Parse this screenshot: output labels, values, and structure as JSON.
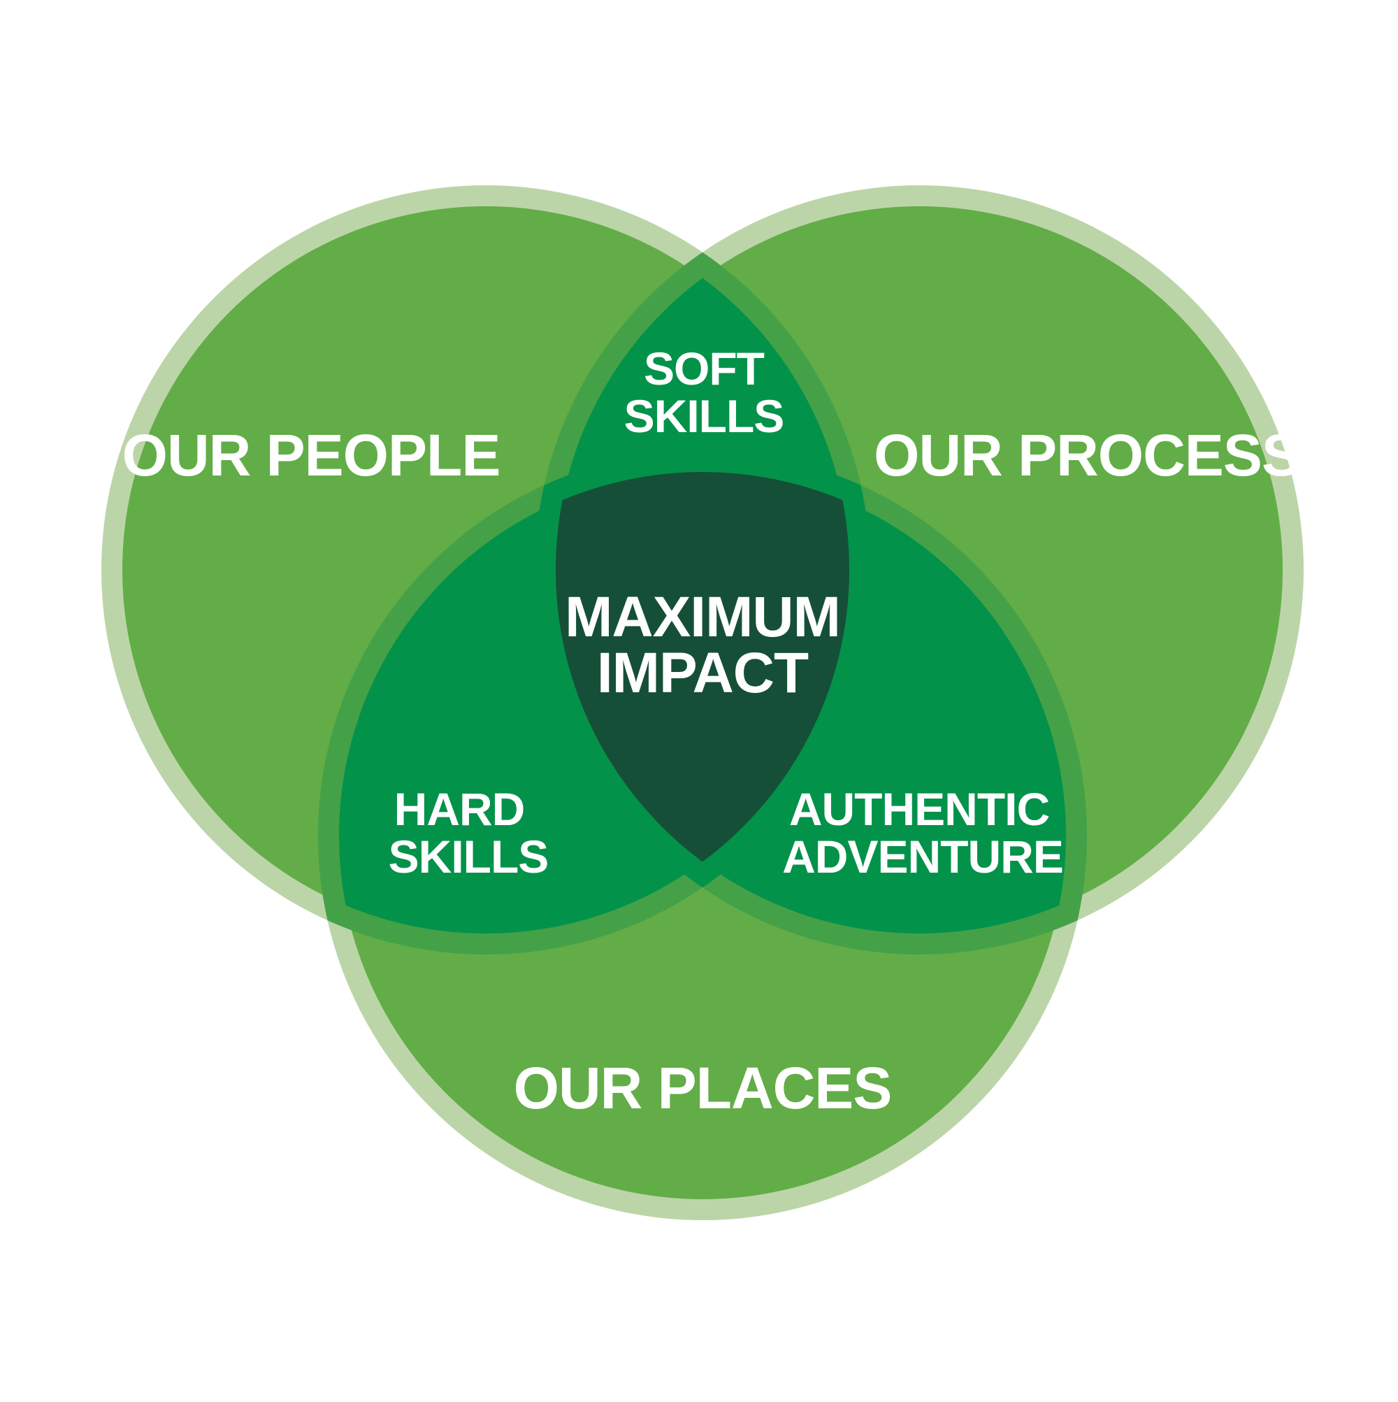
{
  "diagram": {
    "type": "venn",
    "sets": [
      {
        "id": "people",
        "label": "OUR PEOPLE"
      },
      {
        "id": "process",
        "label": "OUR PROCESS"
      },
      {
        "id": "places",
        "label": "OUR PLACES"
      }
    ],
    "intersections": {
      "people_process": [
        "SOFT",
        "SKILLS"
      ],
      "people_places": [
        "HARD",
        "SKILLS"
      ],
      "process_places": [
        "AUTHENTIC",
        "ADVENTURE"
      ],
      "all": [
        "MAXIMUM",
        "IMPACT"
      ]
    }
  },
  "colors": {
    "background": "#ffffff",
    "ring": "#bcd5a8",
    "circle_fill": "#62ad47",
    "overlap_ring": "#44a148",
    "pair_overlap": "#03924a",
    "center_overlap": "#164f37",
    "text": "#ffffff"
  }
}
